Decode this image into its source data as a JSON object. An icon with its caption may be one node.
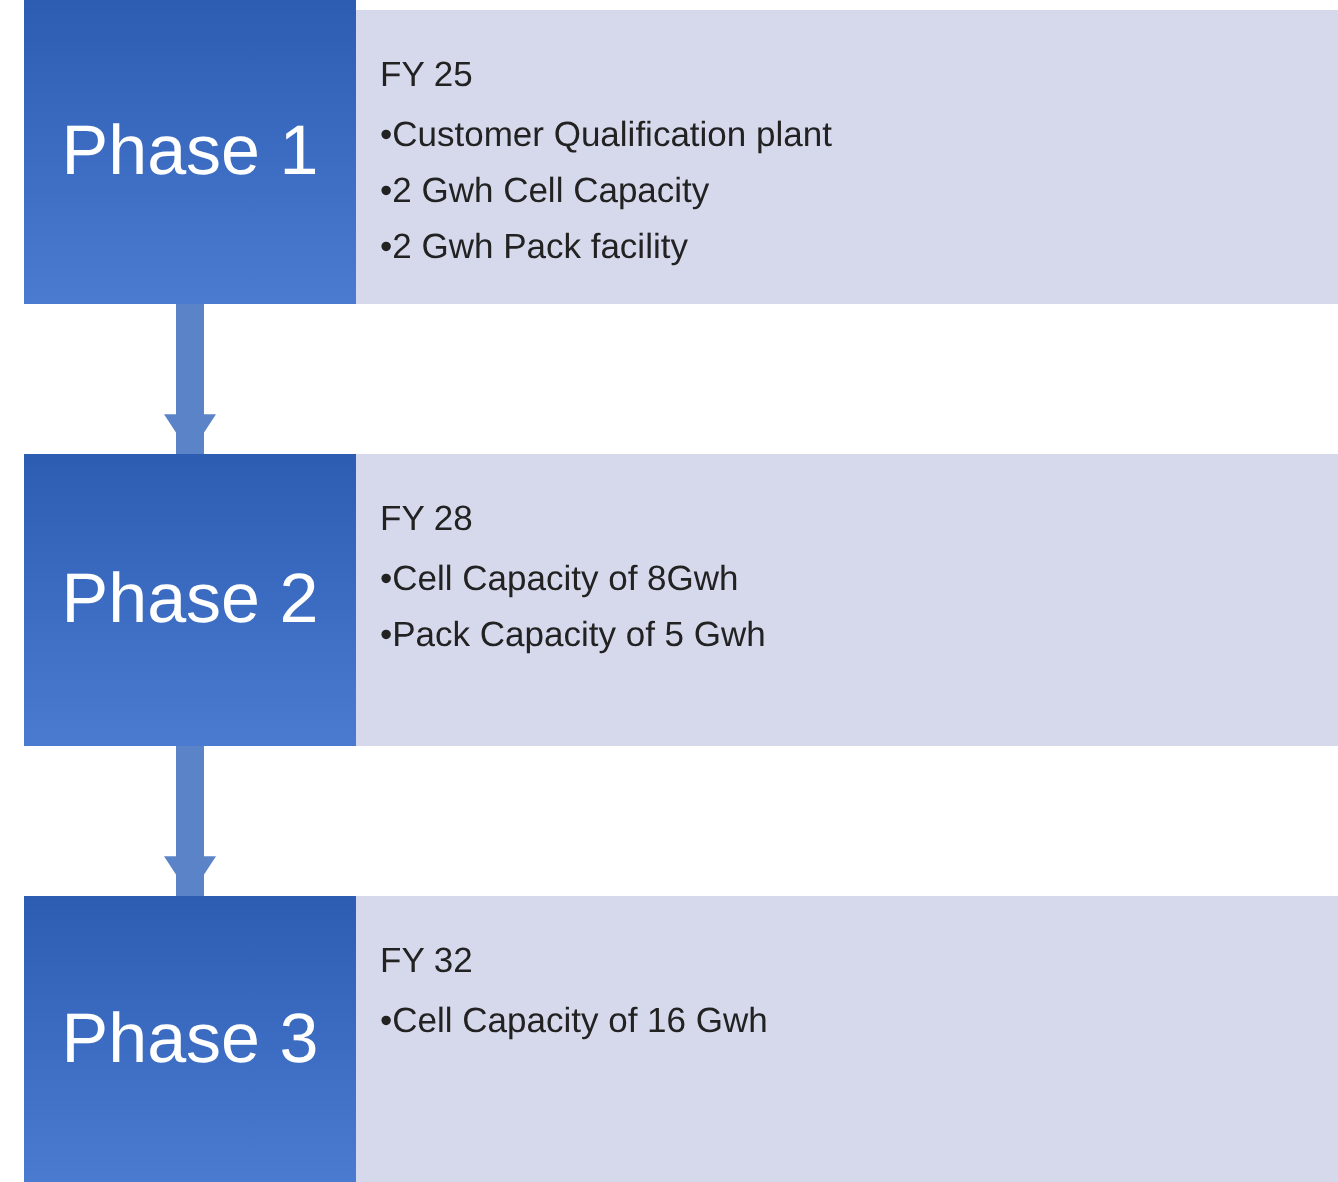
{
  "diagram": {
    "nodes": [
      {
        "text": [
          "Phase 1"
        ]
      },
      {
        "text": [
          "FY 25",
          "•Customer Qualification plant",
          "•2 Gwh Cell Capacity",
          "•2 Gwh Pack facility"
        ]
      },
      {
        "text": [
          "Phase 2"
        ]
      },
      {
        "text": [
          "FY 28",
          "•Cell Capacity of 8Gwh",
          "•Pack Capacity of 5 Gwh"
        ]
      },
      {
        "text": [
          "Phase 3"
        ]
      },
      {
        "text": [
          "FY 32",
          "•Cell Capacity of 16 Gwh"
        ]
      }
    ],
    "edges": [
      {
        "from": 0,
        "to": 2,
        "arrow": "to"
      },
      {
        "from": 2,
        "to": 4,
        "arrow": "to"
      }
    ]
  }
}
